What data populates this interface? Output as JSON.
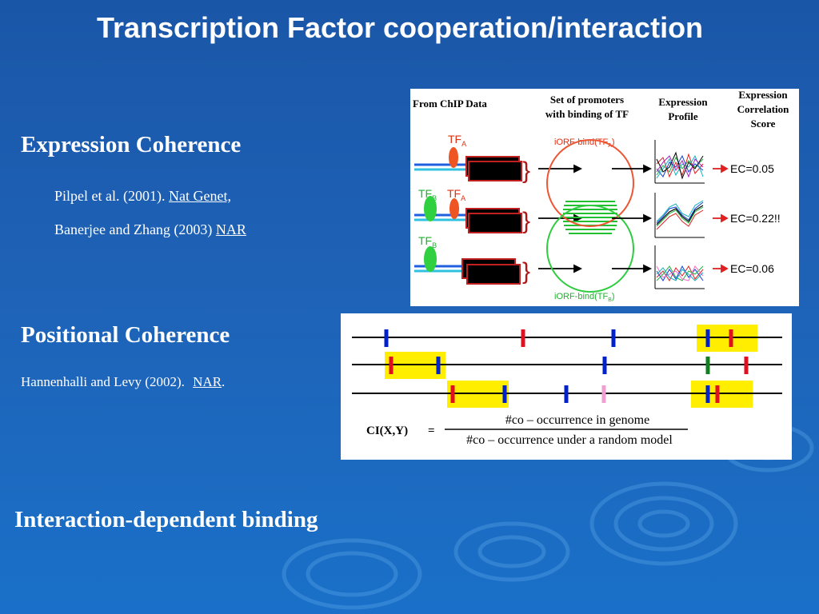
{
  "slide": {
    "title": "Transcription Factor cooperation/interaction",
    "colors": {
      "background": "#1a60b4",
      "text": "#ffffff",
      "highlight_yellow": "#ffee00",
      "site_blue": "#0022cc",
      "site_red": "#e01020",
      "site_green": "#108020",
      "site_pink": "#f0a0d0",
      "ec_arrow_red": "#e02020"
    }
  },
  "expression_coherence": {
    "heading": "Expression Coherence",
    "ref1_text": "Pilpel et al. (2001).",
    "ref1_link": "Nat Genet,",
    "ref2_text": "Banerjee and Zhang (2003)",
    "ref2_link": "NAR",
    "figure": {
      "col_chip": "From ChIP Data",
      "col_promoters_line1": "Set of promoters",
      "col_promoters_line2": "with binding of TF",
      "col_expr_line1": "Expression",
      "col_expr_line2": "Profile",
      "col_score_line1": "Expression",
      "col_score_line2": "Correlation",
      "col_score_line3": "Score",
      "tf_letters": "TF",
      "sub_a": "A",
      "sub_b": "B",
      "iorf_a_main": "iORF-bind(TF",
      "iorf_close": ")",
      "iorf_b_main": "iORF-bind(TF",
      "ec_values": [
        "EC=0.05",
        "EC=0.22!!",
        "EC=0.06"
      ]
    }
  },
  "positional_coherence": {
    "heading": "Positional Coherence",
    "ref_text": "Hannenhalli and Levy (2002).",
    "ref_link": "NAR",
    "ref_tail": ".",
    "formula": {
      "lhs": "CI(X,Y)",
      "equals": "=",
      "numerator": "#co – occurrence in genome",
      "denominator": "#co – occurrence under a random model"
    }
  },
  "interaction_dependent": {
    "heading": "Interaction-dependent binding"
  }
}
